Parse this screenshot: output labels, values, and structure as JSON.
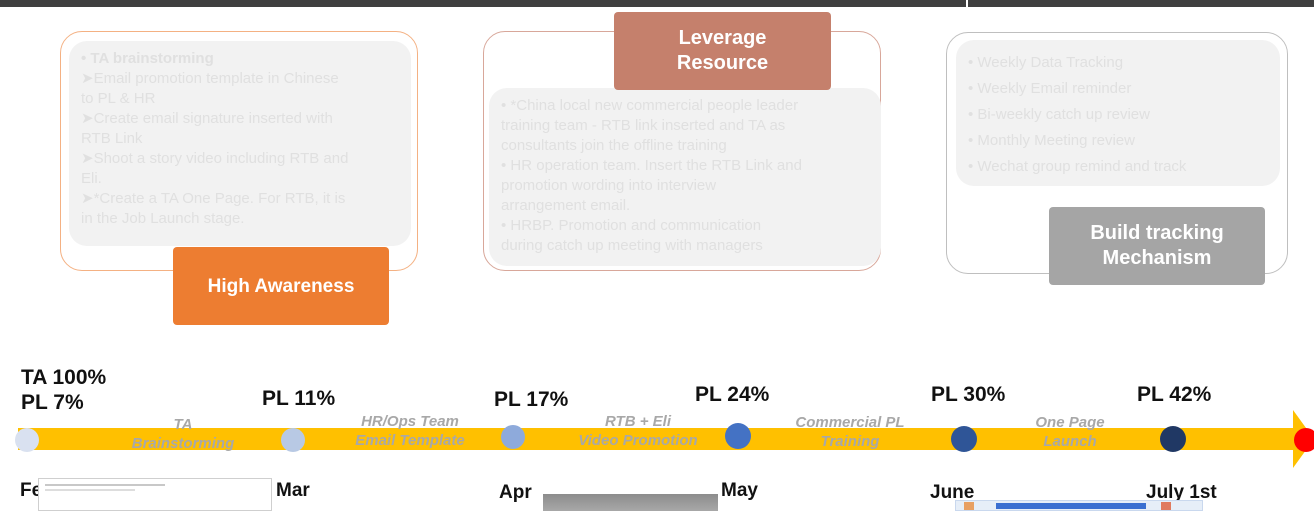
{
  "colors": {
    "orange": "#ed7d31",
    "rose": "#c5806c",
    "gray_label": "#a5a5a5",
    "arrow": "#ffc000",
    "end_dot": "#ff0000",
    "milestone_dots": [
      "#d9e1f0",
      "#b8c9e4",
      "#8eaadb",
      "#4472c4",
      "#2f5597",
      "#203864"
    ]
  },
  "cards": {
    "awareness": {
      "label": "High Awareness",
      "heading": "• TA brainstorming",
      "items": [
        "➤Email promotion template in Chinese",
        "to PL & HR",
        "➤Create email signature inserted with",
        "RTB Link",
        "➤Shoot a story video including RTB and",
        "Eli.",
        "➤*Create a TA One Page. For RTB, it is",
        "in the Job Launch stage."
      ]
    },
    "resource": {
      "label_line1": "Leverage",
      "label_line2": "Resource",
      "items": [
        "• *China local new commercial people leader",
        "training team - RTB link inserted and TA as",
        "consultants join the offline training",
        "• HR operation team. Insert the RTB Link and",
        "promotion wording into interview",
        "arrangement email.",
        "• HRBP. Promotion and communication",
        "during catch up meeting with managers"
      ]
    },
    "tracking": {
      "label_line1": "Build tracking",
      "label_line2": "Mechanism",
      "items": [
        "• Weekly Data Tracking",
        "• Weekly Email reminder",
        "• Bi-weekly catch up review",
        "• Monthly Meeting review",
        "• Wechat group remind and track"
      ]
    }
  },
  "timeline": {
    "milestones": [
      {
        "month": "Feb",
        "pct_line1": "TA 100%",
        "pct_line2": "PL 7%"
      },
      {
        "month": "Mar",
        "pct_line1": "PL 11%"
      },
      {
        "month": "Apr",
        "pct_line1": "PL 17%"
      },
      {
        "month": "May",
        "pct_line1": "PL 24%"
      },
      {
        "month": "June",
        "pct_line1": "PL 30%"
      },
      {
        "month": "July 1st",
        "pct_line1": "PL 42%"
      }
    ],
    "phases": [
      {
        "line1": "TA",
        "line2": "Brainstorming"
      },
      {
        "line1": "HR/Ops Team",
        "line2": "Email Template"
      },
      {
        "line1": "RTB + Eli",
        "line2": "Video Promotion"
      },
      {
        "line1": "Commercial PL",
        "line2": "Training"
      },
      {
        "line1": "One Page",
        "line2": "Launch"
      }
    ]
  }
}
